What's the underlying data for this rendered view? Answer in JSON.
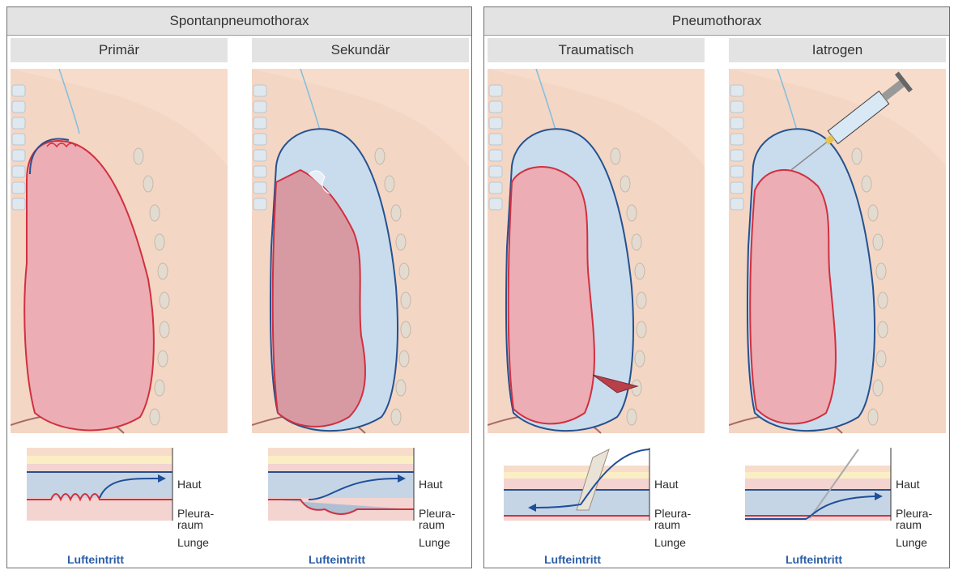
{
  "groups": [
    {
      "title": "Spontanpneumothorax",
      "panels": [
        {
          "title": "Primär",
          "type": "primary"
        },
        {
          "title": "Sekundär",
          "type": "secondary"
        }
      ]
    },
    {
      "title": "Pneumothorax",
      "panels": [
        {
          "title": "Traumatisch",
          "type": "traumatic"
        },
        {
          "title": "Iatrogen",
          "type": "iatrogenic"
        }
      ]
    }
  ],
  "layers": {
    "skin": "Haut",
    "pleura_line1": "Pleura-",
    "pleura_line2": "raum",
    "lung": "Lunge"
  },
  "caption": "Lufteintritt",
  "colors": {
    "skin": "#f7dccb",
    "lung_fill": "#ecadb4",
    "lung_outline": "#d1303f",
    "pleura_fill": "#c9dced",
    "pleura_outline": "#25518f",
    "arrow": "#1f4f9a",
    "caption": "#2a5ea8",
    "header_bg": "#e3e3e3",
    "fat": "#fbeec4",
    "bone": "#e4dbd0"
  }
}
